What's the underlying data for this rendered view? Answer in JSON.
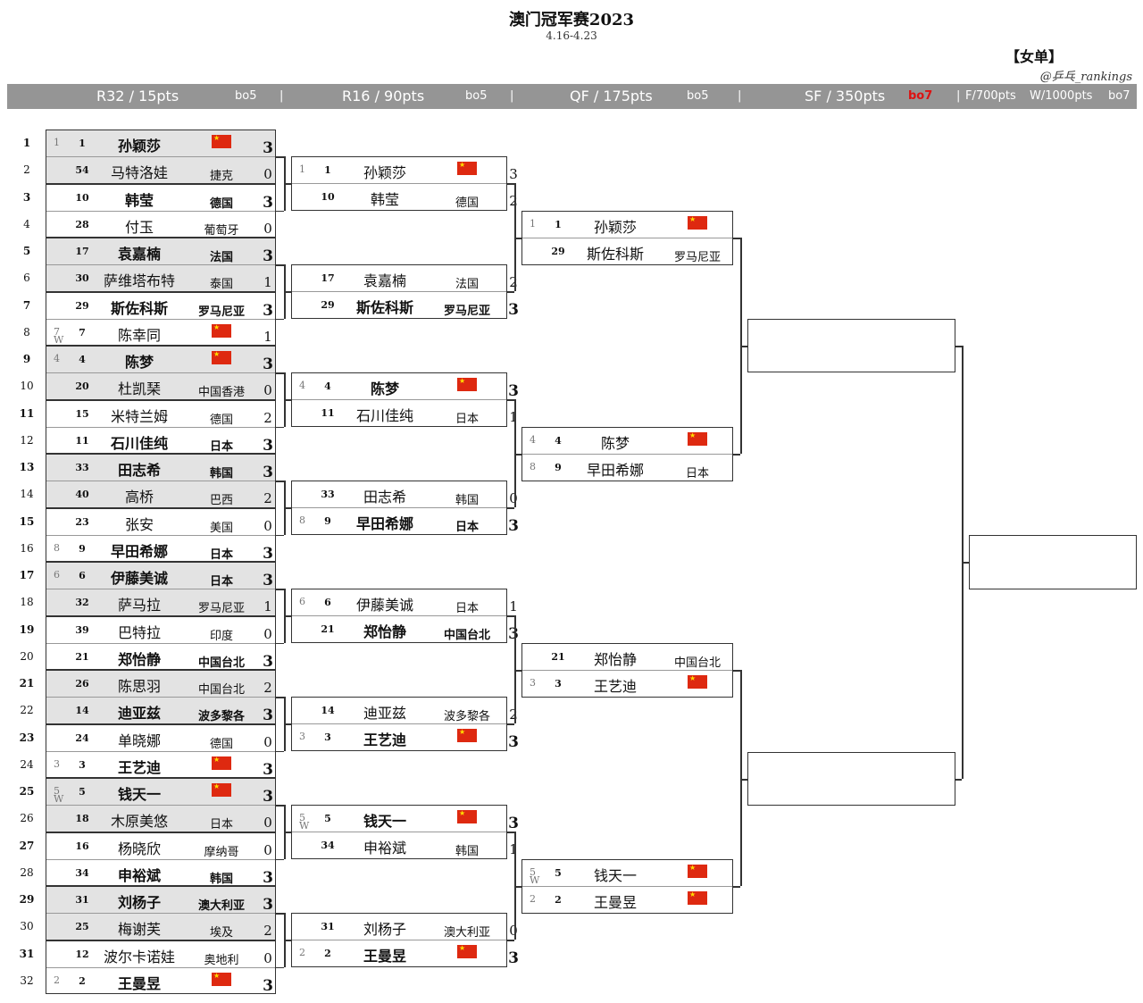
{
  "header": {
    "title": "澳门冠军赛2023",
    "dates": "4.16-4.23",
    "event": "【女单】",
    "handle": "@乒乓_rankings"
  },
  "rounds": [
    {
      "label": "R32 / 15pts",
      "bestof": "bo5"
    },
    {
      "label": "R16 / 90pts",
      "bestof": "bo5"
    },
    {
      "label": "QF / 175pts",
      "bestof": "bo5"
    },
    {
      "label": "SF / 350pts",
      "bestof": "bo7"
    },
    {
      "label": "F/700pts",
      "bestof": "W/1000pts",
      "extra": "bo7"
    }
  ],
  "separator": "|",
  "colors": {
    "round_bar": "#959595",
    "winner_box": "#e3e3e3",
    "sf_bestof": "#dd1111"
  },
  "row_numbers": [
    "1",
    "2",
    "3",
    "4",
    "5",
    "6",
    "7",
    "8",
    "9",
    "10",
    "11",
    "12",
    "13",
    "14",
    "15",
    "16",
    "17",
    "18",
    "19",
    "20",
    "21",
    "22",
    "23",
    "24",
    "25",
    "26",
    "27",
    "28",
    "29",
    "30",
    "31",
    "32"
  ],
  "r32": [
    [
      {
        "seed": "1",
        "rank": "1",
        "name": "孙颖莎",
        "country": "",
        "flag": true,
        "score": "3",
        "winner": true
      },
      {
        "seed": "",
        "rank": "54",
        "name": "马特洛娃",
        "country": "捷克",
        "flag": false,
        "score": "0",
        "winner": false
      }
    ],
    [
      {
        "seed": "",
        "rank": "10",
        "name": "韩莹",
        "country": "德国",
        "flag": false,
        "score": "3",
        "winner": true
      },
      {
        "seed": "",
        "rank": "28",
        "name": "付玉",
        "country": "葡萄牙",
        "flag": false,
        "score": "0",
        "winner": false
      }
    ],
    [
      {
        "seed": "",
        "rank": "17",
        "name": "袁嘉楠",
        "country": "法国",
        "flag": false,
        "score": "3",
        "winner": true
      },
      {
        "seed": "",
        "rank": "30",
        "name": "萨维塔布特",
        "country": "泰国",
        "flag": false,
        "score": "1",
        "winner": false
      }
    ],
    [
      {
        "seed": "",
        "rank": "29",
        "name": "斯佐科斯",
        "country": "罗马尼亚",
        "flag": false,
        "score": "3",
        "winner": true
      },
      {
        "seed": "7",
        "w": "W",
        "rank": "7",
        "name": "陈幸同",
        "country": "",
        "flag": true,
        "score": "1",
        "winner": false
      }
    ],
    [
      {
        "seed": "4",
        "rank": "4",
        "name": "陈梦",
        "country": "",
        "flag": true,
        "score": "3",
        "winner": true
      },
      {
        "seed": "",
        "rank": "20",
        "name": "杜凯琹",
        "country": "中国香港",
        "flag": false,
        "score": "0",
        "winner": false
      }
    ],
    [
      {
        "seed": "",
        "rank": "15",
        "name": "米特兰姆",
        "country": "德国",
        "flag": false,
        "score": "2",
        "winner": false
      },
      {
        "seed": "",
        "rank": "11",
        "name": "石川佳纯",
        "country": "日本",
        "flag": false,
        "score": "3",
        "winner": true
      }
    ],
    [
      {
        "seed": "",
        "rank": "33",
        "name": "田志希",
        "country": "韩国",
        "flag": false,
        "score": "3",
        "winner": true
      },
      {
        "seed": "",
        "rank": "40",
        "name": "高桥",
        "country": "巴西",
        "flag": false,
        "score": "2",
        "winner": false
      }
    ],
    [
      {
        "seed": "",
        "rank": "23",
        "name": "张安",
        "country": "美国",
        "flag": false,
        "score": "0",
        "winner": false
      },
      {
        "seed": "8",
        "rank": "9",
        "name": "早田希娜",
        "country": "日本",
        "flag": false,
        "score": "3",
        "winner": true
      }
    ],
    [
      {
        "seed": "6",
        "rank": "6",
        "name": "伊藤美诚",
        "country": "日本",
        "flag": false,
        "score": "3",
        "winner": true
      },
      {
        "seed": "",
        "rank": "32",
        "name": "萨马拉",
        "country": "罗马尼亚",
        "flag": false,
        "score": "1",
        "winner": false
      }
    ],
    [
      {
        "seed": "",
        "rank": "39",
        "name": "巴特拉",
        "country": "印度",
        "flag": false,
        "score": "0",
        "winner": false
      },
      {
        "seed": "",
        "rank": "21",
        "name": "郑怡静",
        "country": "中国台北",
        "flag": false,
        "score": "3",
        "winner": true
      }
    ],
    [
      {
        "seed": "",
        "rank": "26",
        "name": "陈思羽",
        "country": "中国台北",
        "flag": false,
        "score": "2",
        "winner": false
      },
      {
        "seed": "",
        "rank": "14",
        "name": "迪亚兹",
        "country": "波多黎各",
        "flag": false,
        "score": "3",
        "winner": true
      }
    ],
    [
      {
        "seed": "",
        "rank": "24",
        "name": "单晓娜",
        "country": "德国",
        "flag": false,
        "score": "0",
        "winner": false
      },
      {
        "seed": "3",
        "rank": "3",
        "name": "王艺迪",
        "country": "",
        "flag": true,
        "score": "3",
        "winner": true
      }
    ],
    [
      {
        "seed": "5",
        "w": "W",
        "rank": "5",
        "name": "钱天一",
        "country": "",
        "flag": true,
        "score": "3",
        "winner": true
      },
      {
        "seed": "",
        "rank": "18",
        "name": "木原美悠",
        "country": "日本",
        "flag": false,
        "score": "0",
        "winner": false
      }
    ],
    [
      {
        "seed": "",
        "rank": "16",
        "name": "杨晓欣",
        "country": "摩纳哥",
        "flag": false,
        "score": "0",
        "winner": false
      },
      {
        "seed": "",
        "rank": "34",
        "name": "申裕斌",
        "country": "韩国",
        "flag": false,
        "score": "3",
        "winner": true
      }
    ],
    [
      {
        "seed": "",
        "rank": "31",
        "name": "刘杨子",
        "country": "澳大利亚",
        "flag": false,
        "score": "3",
        "winner": true
      },
      {
        "seed": "",
        "rank": "25",
        "name": "梅谢芙",
        "country": "埃及",
        "flag": false,
        "score": "2",
        "winner": false
      }
    ],
    [
      {
        "seed": "",
        "rank": "12",
        "name": "波尔卡诺娃",
        "country": "奥地利",
        "flag": false,
        "score": "0",
        "winner": false
      },
      {
        "seed": "2",
        "rank": "2",
        "name": "王曼昱",
        "country": "",
        "flag": true,
        "score": "3",
        "winner": true
      }
    ]
  ],
  "r16": [
    [
      {
        "seed": "1",
        "rank": "1",
        "name": "孙颖莎",
        "country": "",
        "flag": true,
        "score": "3",
        "winner": false
      },
      {
        "seed": "",
        "rank": "10",
        "name": "韩莹",
        "country": "德国",
        "flag": false,
        "score": "2",
        "winner": false
      }
    ],
    [
      {
        "seed": "",
        "rank": "17",
        "name": "袁嘉楠",
        "country": "法国",
        "flag": false,
        "score": "2",
        "winner": false
      },
      {
        "seed": "",
        "rank": "29",
        "name": "斯佐科斯",
        "country": "罗马尼亚",
        "flag": false,
        "score": "3",
        "winner": true
      }
    ],
    [
      {
        "seed": "4",
        "rank": "4",
        "name": "陈梦",
        "country": "",
        "flag": true,
        "score": "3",
        "winner": true
      },
      {
        "seed": "",
        "rank": "11",
        "name": "石川佳纯",
        "country": "日本",
        "flag": false,
        "score": "1",
        "winner": false
      }
    ],
    [
      {
        "seed": "",
        "rank": "33",
        "name": "田志希",
        "country": "韩国",
        "flag": false,
        "score": "0",
        "winner": false
      },
      {
        "seed": "8",
        "rank": "9",
        "name": "早田希娜",
        "country": "日本",
        "flag": false,
        "score": "3",
        "winner": true
      }
    ],
    [
      {
        "seed": "6",
        "rank": "6",
        "name": "伊藤美诚",
        "country": "日本",
        "flag": false,
        "score": "1",
        "winner": false
      },
      {
        "seed": "",
        "rank": "21",
        "name": "郑怡静",
        "country": "中国台北",
        "flag": false,
        "score": "3",
        "winner": true
      }
    ],
    [
      {
        "seed": "",
        "rank": "14",
        "name": "迪亚兹",
        "country": "波多黎各",
        "flag": false,
        "score": "2",
        "winner": false
      },
      {
        "seed": "3",
        "rank": "3",
        "name": "王艺迪",
        "country": "",
        "flag": true,
        "score": "3",
        "winner": true
      }
    ],
    [
      {
        "seed": "5",
        "w": "W",
        "rank": "5",
        "name": "钱天一",
        "country": "",
        "flag": true,
        "score": "3",
        "winner": true
      },
      {
        "seed": "",
        "rank": "34",
        "name": "申裕斌",
        "country": "韩国",
        "flag": false,
        "score": "1",
        "winner": false
      }
    ],
    [
      {
        "seed": "",
        "rank": "31",
        "name": "刘杨子",
        "country": "澳大利亚",
        "flag": false,
        "score": "0",
        "winner": false
      },
      {
        "seed": "2",
        "rank": "2",
        "name": "王曼昱",
        "country": "",
        "flag": true,
        "score": "3",
        "winner": true
      }
    ]
  ],
  "qf": [
    [
      {
        "seed": "1",
        "rank": "1",
        "name": "孙颖莎",
        "country": "",
        "flag": true,
        "score": "",
        "winner": false
      },
      {
        "seed": "",
        "rank": "29",
        "name": "斯佐科斯",
        "country": "罗马尼亚",
        "flag": false,
        "score": "",
        "winner": false
      }
    ],
    [
      {
        "seed": "4",
        "rank": "4",
        "name": "陈梦",
        "country": "",
        "flag": true,
        "score": "",
        "winner": false
      },
      {
        "seed": "8",
        "rank": "9",
        "name": "早田希娜",
        "country": "日本",
        "flag": false,
        "score": "",
        "winner": false
      }
    ],
    [
      {
        "seed": "",
        "rank": "21",
        "name": "郑怡静",
        "country": "中国台北",
        "flag": false,
        "score": "",
        "winner": false
      },
      {
        "seed": "3",
        "rank": "3",
        "name": "王艺迪",
        "country": "",
        "flag": true,
        "score": "",
        "winner": false
      }
    ],
    [
      {
        "seed": "5",
        "w": "W",
        "rank": "5",
        "name": "钱天一",
        "country": "",
        "flag": true,
        "score": "",
        "winner": false
      },
      {
        "seed": "2",
        "rank": "2",
        "name": "王曼昱",
        "country": "",
        "flag": true,
        "score": "",
        "winner": false
      }
    ]
  ]
}
